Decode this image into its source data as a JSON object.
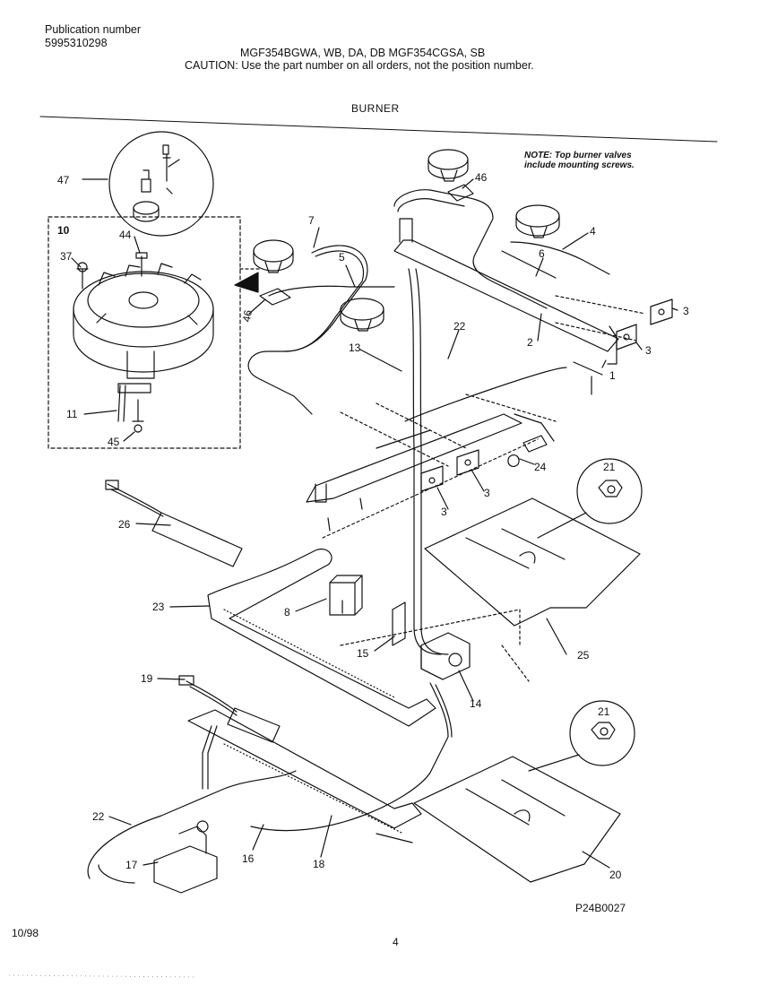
{
  "header": {
    "publication_label": "Publication number",
    "publication_number": "5995310298",
    "models": "MGF354BGWA, WB, DA, DB   MGF354CGSA, SB",
    "caution": "CAUTION:  Use the part number on all orders, not the position number.",
    "section_title": "BURNER"
  },
  "note": {
    "line1": "NOTE: Top burner valves",
    "line2": "include mounting screws."
  },
  "callouts": {
    "c1": "1",
    "c2": "2",
    "c3a": "3",
    "c3b": "3",
    "c3c": "3",
    "c3d": "3",
    "c4": "4",
    "c5": "5",
    "c6": "6",
    "c7": "7",
    "c8": "8",
    "c10": "10",
    "c11": "11",
    "c13": "13",
    "c14": "14",
    "c15": "15",
    "c16": "16",
    "c17": "17",
    "c18": "18",
    "c19": "19",
    "c20": "20",
    "c21a": "21",
    "c21b": "21",
    "c22a": "22",
    "c22b": "22",
    "c23": "23",
    "c24": "24",
    "c25": "25",
    "c26": "26",
    "c37": "37",
    "c44": "44",
    "c45": "45",
    "c46a": "46",
    "c46b": "46",
    "c47": "47"
  },
  "footer": {
    "drawing_code": "P24B0027",
    "date": "10/98",
    "page_number": "4"
  }
}
